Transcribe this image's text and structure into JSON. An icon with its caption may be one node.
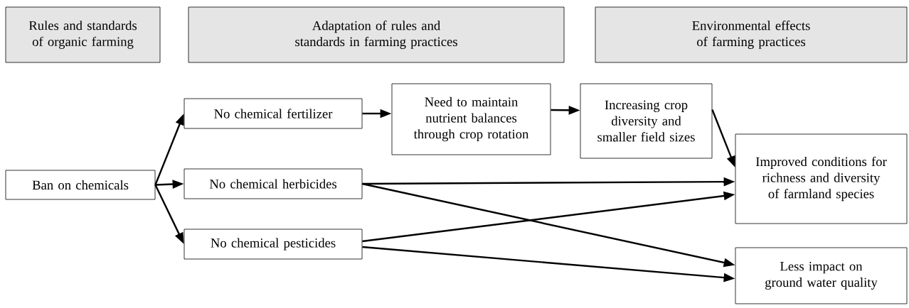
{
  "diagram": {
    "nodes": [
      {
        "text": [
          "Rules and standards of organic farming"
        ]
      },
      {
        "text": [
          "Adaptation of rules and standards in farming practices"
        ]
      },
      {
        "text": [
          "Environmental effects of farming practices"
        ]
      },
      {
        "text": [
          "Ban on chemicals"
        ]
      },
      {
        "text": [
          "No chemical fertilizer"
        ]
      },
      {
        "text": [
          "No chemical herbicides"
        ]
      },
      {
        "text": [
          "No chemical pesticides"
        ]
      },
      {
        "text": [
          "Need to maintain nutrient balances through crop rotation"
        ]
      },
      {
        "text": [
          "Increasing crop diversity and smaller field sizes"
        ]
      },
      {
        "text": [
          "Improved conditions for richness and diversity of farmland species"
        ]
      },
      {
        "text": [
          "Less impact on ground water quality"
        ]
      }
    ],
    "edges": [
      {
        "from": 3,
        "to": 4,
        "arrow": "to"
      },
      {
        "from": 3,
        "to": 5,
        "arrow": "to"
      },
      {
        "from": 3,
        "to": 6,
        "arrow": "to"
      },
      {
        "from": 4,
        "to": 7,
        "arrow": "to"
      },
      {
        "from": 7,
        "to": 8,
        "arrow": "to"
      },
      {
        "from": 8,
        "to": 9,
        "arrow": "to"
      },
      {
        "from": 5,
        "to": 9,
        "arrow": "to"
      },
      {
        "from": 5,
        "to": 10,
        "arrow": "to"
      },
      {
        "from": 6,
        "to": 9,
        "arrow": "to"
      },
      {
        "from": 6,
        "to": 10,
        "arrow": "to"
      }
    ]
  }
}
